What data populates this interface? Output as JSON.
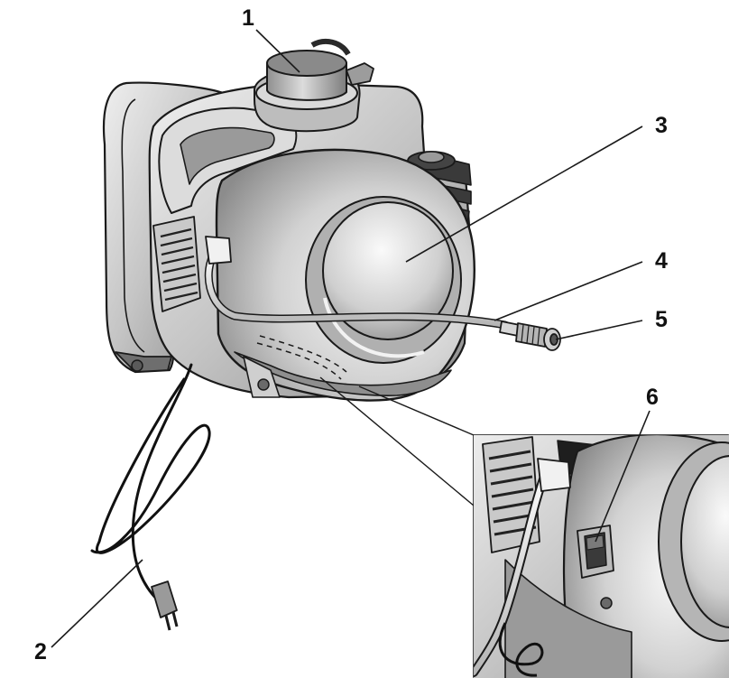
{
  "diagram": {
    "callouts": [
      {
        "id": "1",
        "label": "1"
      },
      {
        "id": "2",
        "label": "2"
      },
      {
        "id": "3",
        "label": "3"
      },
      {
        "id": "4",
        "label": "4"
      },
      {
        "id": "5",
        "label": "5"
      },
      {
        "id": "6",
        "label": "6"
      }
    ]
  },
  "colors": {
    "outline": "#1a1a1a",
    "body_light": "#e6e6e6",
    "body_mid": "#bdbdbd",
    "body_dark": "#7a7a7a",
    "background": "#ffffff"
  }
}
